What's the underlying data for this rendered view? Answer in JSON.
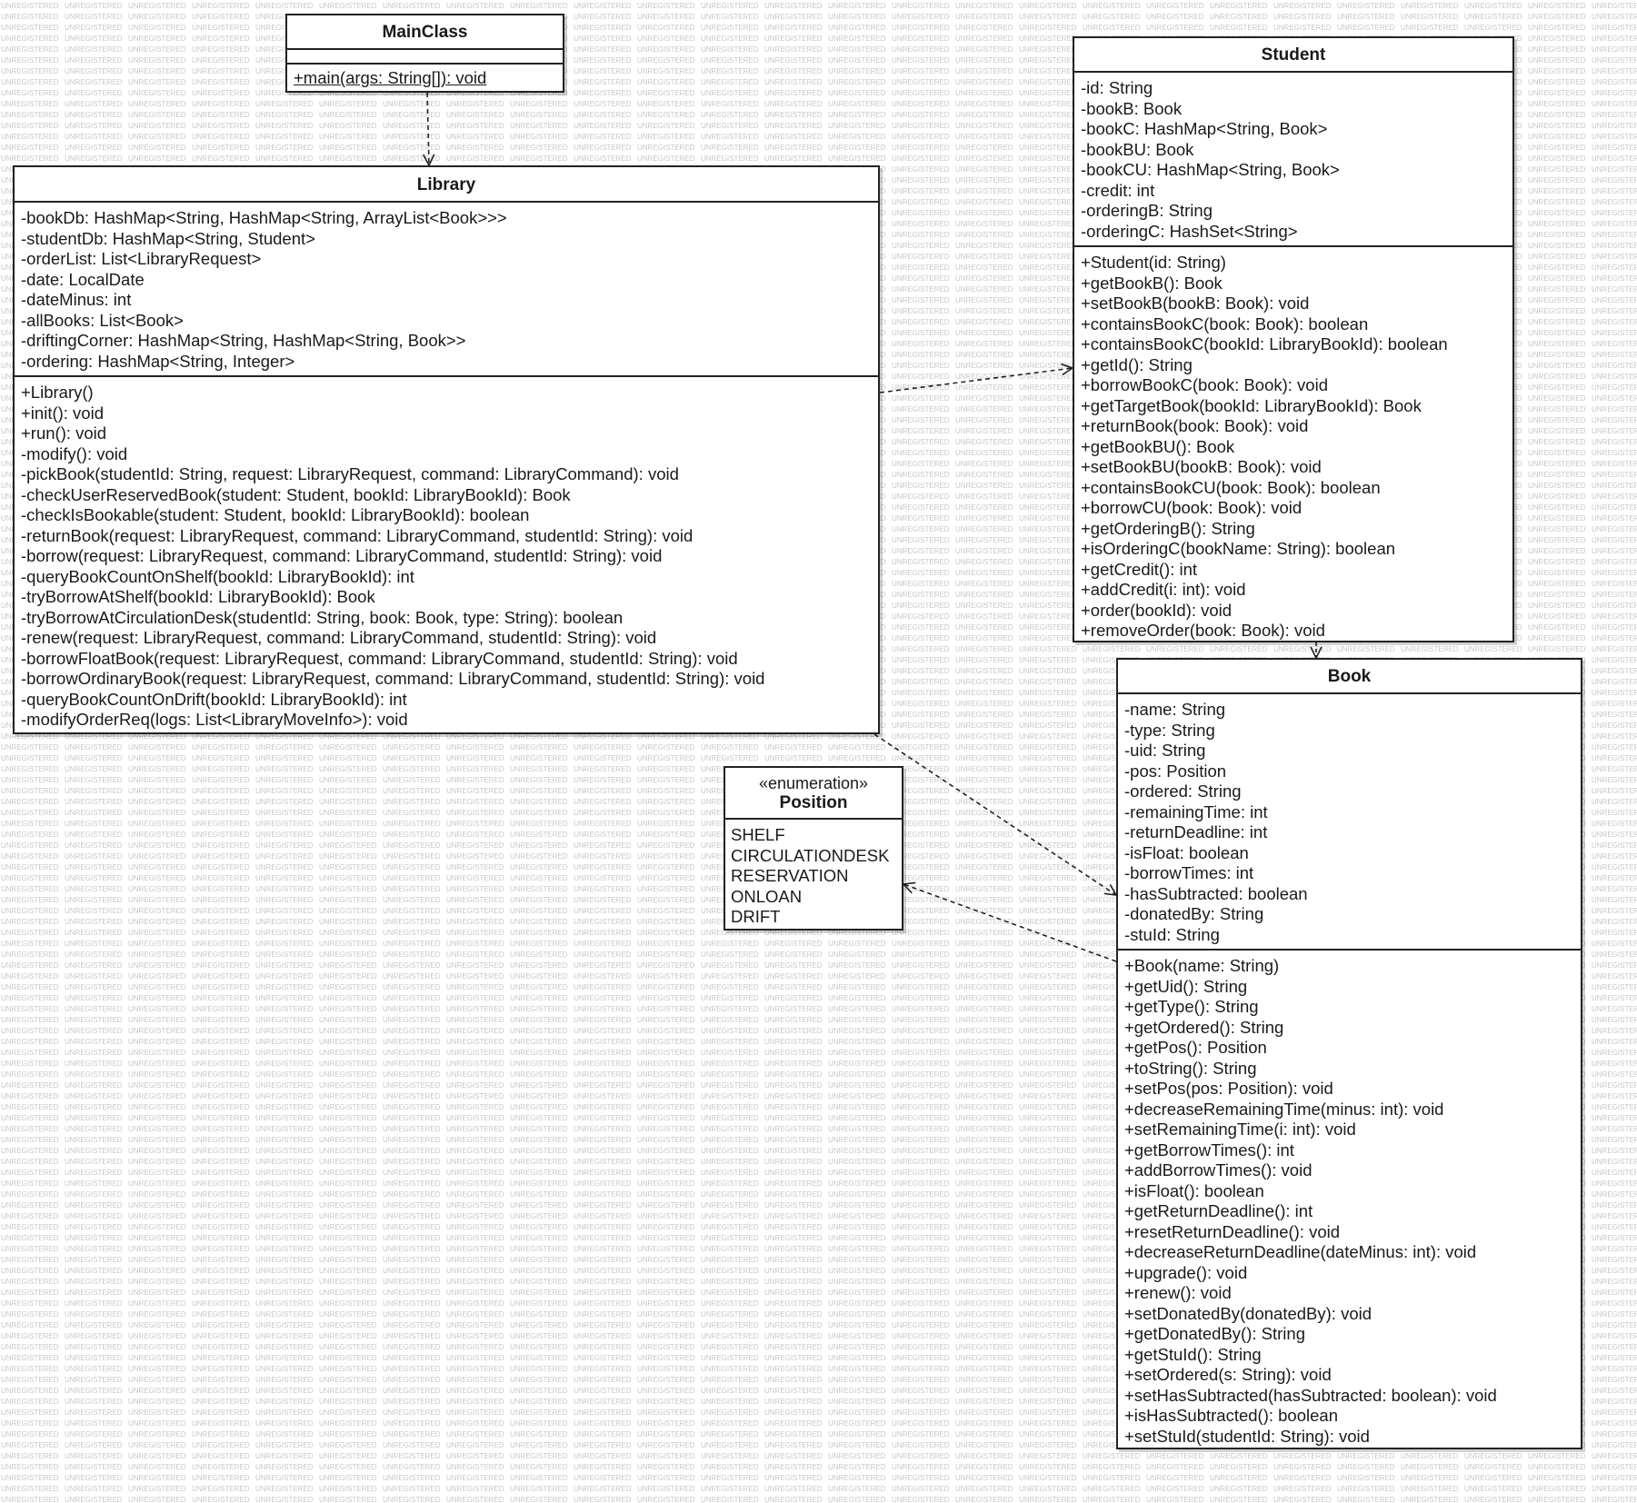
{
  "watermark_text": "UNREGISTERED",
  "classes": {
    "main": {
      "name": "MainClass",
      "attributes": [],
      "operations": [
        "+main(args: String[]): void"
      ]
    },
    "library": {
      "name": "Library",
      "attributes": [
        "-bookDb: HashMap<String, HashMap<String, ArrayList<Book>>>",
        "-studentDb: HashMap<String, Student>",
        "-orderList: List<LibraryRequest>",
        "-date: LocalDate",
        "-dateMinus: int",
        "-allBooks: List<Book>",
        "-driftingCorner: HashMap<String, HashMap<String, Book>>",
        "-ordering: HashMap<String, Integer>"
      ],
      "operations": [
        "+Library()",
        "+init(): void",
        "+run(): void",
        "-modify(): void",
        "-pickBook(studentId: String, request: LibraryRequest, command: LibraryCommand): void",
        "-checkUserReservedBook(student: Student, bookId: LibraryBookId): Book",
        "-checkIsBookable(student: Student, bookId: LibraryBookId): boolean",
        "-returnBook(request: LibraryRequest, command: LibraryCommand, studentId: String): void",
        "-borrow(request: LibraryRequest, command: LibraryCommand, studentId: String): void",
        "-queryBookCountOnShelf(bookId: LibraryBookId): int",
        "-tryBorrowAtShelf(bookId: LibraryBookId): Book",
        "-tryBorrowAtCirculationDesk(studentId: String, book: Book, type: String): boolean",
        "-renew(request: LibraryRequest, command: LibraryCommand, studentId: String): void",
        "-borrowFloatBook(request: LibraryRequest, command: LibraryCommand, studentId: String): void",
        "-borrowOrdinaryBook(request: LibraryRequest, command: LibraryCommand, studentId: String): void",
        "-queryBookCountOnDrift(bookId: LibraryBookId): int",
        "-modifyOrderReq(logs: List<LibraryMoveInfo>): void"
      ]
    },
    "student": {
      "name": "Student",
      "attributes": [
        "-id: String",
        "-bookB: Book",
        "-bookC: HashMap<String, Book>",
        "-bookBU: Book",
        "-bookCU: HashMap<String, Book>",
        "-credit: int",
        "-orderingB: String",
        "-orderingC: HashSet<String>"
      ],
      "operations": [
        "+Student(id: String)",
        "+getBookB(): Book",
        "+setBookB(bookB: Book): void",
        "+containsBookC(book: Book): boolean",
        "+containsBookC(bookId: LibraryBookId): boolean",
        "+getId(): String",
        "+borrowBookC(book: Book): void",
        "+getTargetBook(bookId: LibraryBookId): Book",
        "+returnBook(book: Book): void",
        "+getBookBU(): Book",
        "+setBookBU(bookB: Book): void",
        "+containsBookCU(book: Book): boolean",
        "+borrowCU(book: Book): void",
        "+getOrderingB(): String",
        "+isOrderingC(bookName: String): boolean",
        "+getCredit(): int",
        "+addCredit(i: int): void",
        "+order(bookId): void",
        "+removeOrder(book: Book): void"
      ]
    },
    "book": {
      "name": "Book",
      "attributes": [
        "-name: String",
        "-type: String",
        "-uid: String",
        "-pos: Position",
        "-ordered: String",
        "-remainingTime: int",
        "-returnDeadline: int",
        "-isFloat: boolean",
        "-borrowTimes: int",
        "-hasSubtracted: boolean",
        "-donatedBy: String",
        "-stuId: String"
      ],
      "operations": [
        "+Book(name: String)",
        "+getUid(): String",
        "+getType(): String",
        "+getOrdered(): String",
        "+getPos(): Position",
        "+toString(): String",
        "+setPos(pos: Position): void",
        "+decreaseRemainingTime(minus: int): void",
        "+setRemainingTime(i: int): void",
        "+getBorrowTimes(): int",
        "+addBorrowTimes(): void",
        "+isFloat(): boolean",
        "+getReturnDeadline(): int",
        "+resetReturnDeadline(): void",
        "+decreaseReturnDeadline(dateMinus: int): void",
        "+upgrade(): void",
        "+renew(): void",
        "+setDonatedBy(donatedBy): void",
        "+getDonatedBy(): String",
        "+getStuId(): String",
        "+setOrdered(s: String): void",
        "+setHasSubtracted(hasSubtracted: boolean): void",
        "+isHasSubtracted(): boolean",
        "+setStuId(studentId: String): void"
      ]
    },
    "position": {
      "stereotype": "«enumeration»",
      "name": "Position",
      "literals": [
        "SHELF",
        "CIRCULATIONDESK",
        "RESERVATION",
        "ONLOAN",
        "DRIFT"
      ]
    }
  },
  "relations": [
    {
      "from": "MainClass",
      "to": "Library",
      "kind": "dependency"
    },
    {
      "from": "Library",
      "to": "Student",
      "kind": "dependency"
    },
    {
      "from": "Library",
      "to": "Book",
      "kind": "dependency"
    },
    {
      "from": "Student",
      "to": "Book",
      "kind": "dependency"
    },
    {
      "from": "Book",
      "to": "Position",
      "kind": "dependency"
    }
  ]
}
